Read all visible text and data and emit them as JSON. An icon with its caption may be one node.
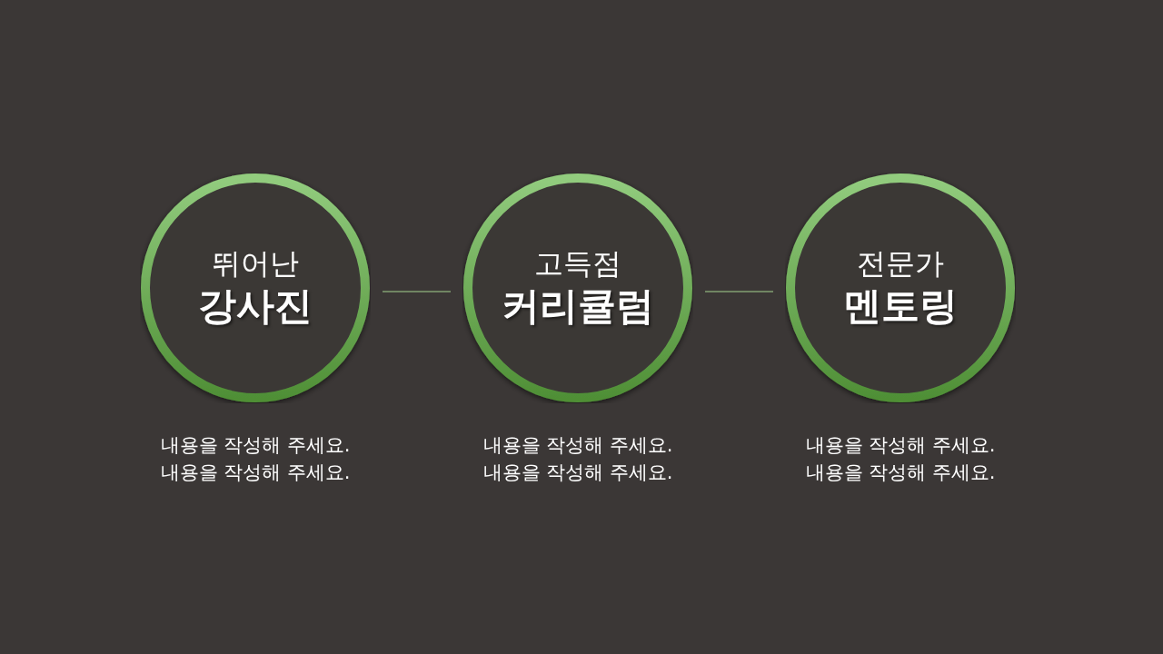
{
  "diagram": {
    "nodes": [
      {
        "text": [
          "뛰어난",
          "강사진"
        ],
        "beside": [
          "내용을 작성해 주세요.",
          "내용을 작성해 주세요."
        ]
      },
      {
        "text": [
          "고득점",
          "커리큘럼"
        ],
        "beside": [
          "내용을 작성해 주세요.",
          "내용을 작성해 주세요."
        ]
      },
      {
        "text": [
          "전문가",
          "멘토링"
        ],
        "beside": [
          "내용을 작성해 주세요.",
          "내용을 작성해 주세요."
        ]
      }
    ],
    "edges": [
      {
        "from": 0,
        "to": 1,
        "arrow": "none"
      },
      {
        "from": 1,
        "to": 2,
        "arrow": "none"
      }
    ]
  }
}
